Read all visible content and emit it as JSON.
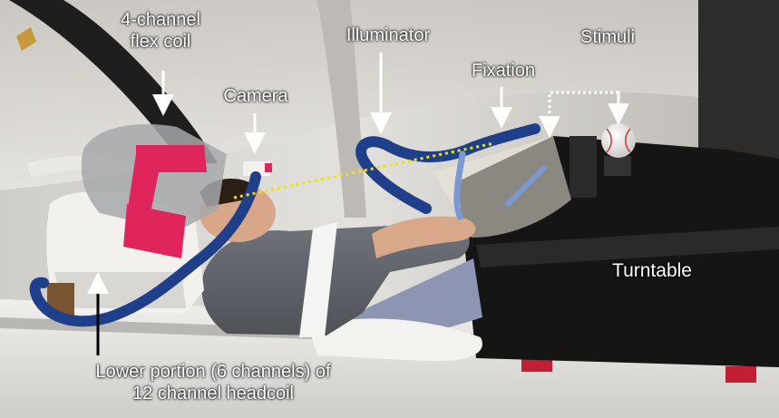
{
  "labels": {
    "flex_coil_line1": "4-channel",
    "flex_coil_line2": "flex coil",
    "camera": "Camera",
    "illuminator": "Illuminator",
    "fixation": "Fixation",
    "stimuli": "Stimuli",
    "turntable": "Turntable",
    "headcoil_line1": "Lower portion (6 channels) of",
    "headcoil_line2": "12 channel headcoil"
  },
  "colors": {
    "annotation_text": "#ffffff",
    "gaze_line": "#f2e300",
    "tape": "#e0245c",
    "gooseneck": "#1f3f8a",
    "shirt": "#5e6166",
    "turntable": "#151515",
    "scanner_wall": "#d8d6d2"
  }
}
